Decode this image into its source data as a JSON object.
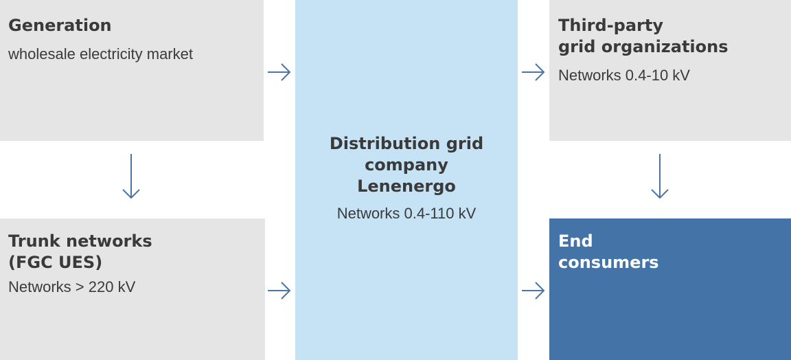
{
  "generation": {
    "title": "Generation",
    "subtitle": "wholesale electricity market"
  },
  "trunk": {
    "title_line1": "Trunk networks",
    "title_line2": "(FGC UES)",
    "subtitle": "Networks > 220 kV"
  },
  "distribution": {
    "title_line1": "Distribution grid",
    "title_line2": "company",
    "title_line3": "Lenenergo",
    "subtitle": "Networks 0.4-110 kV"
  },
  "third_party": {
    "title_line1": "Third-party",
    "title_line2": "grid organizations",
    "subtitle": "Networks 0.4-10 kV"
  },
  "end_consumers": {
    "title_line1": "End",
    "title_line2": "consumers"
  },
  "colors": {
    "grey_box": "#e5e5e5",
    "distribution_box": "#c5e3f4",
    "end_box": "#4474a7",
    "arrow": "#4a74a8",
    "text": "#3a3a3a"
  }
}
